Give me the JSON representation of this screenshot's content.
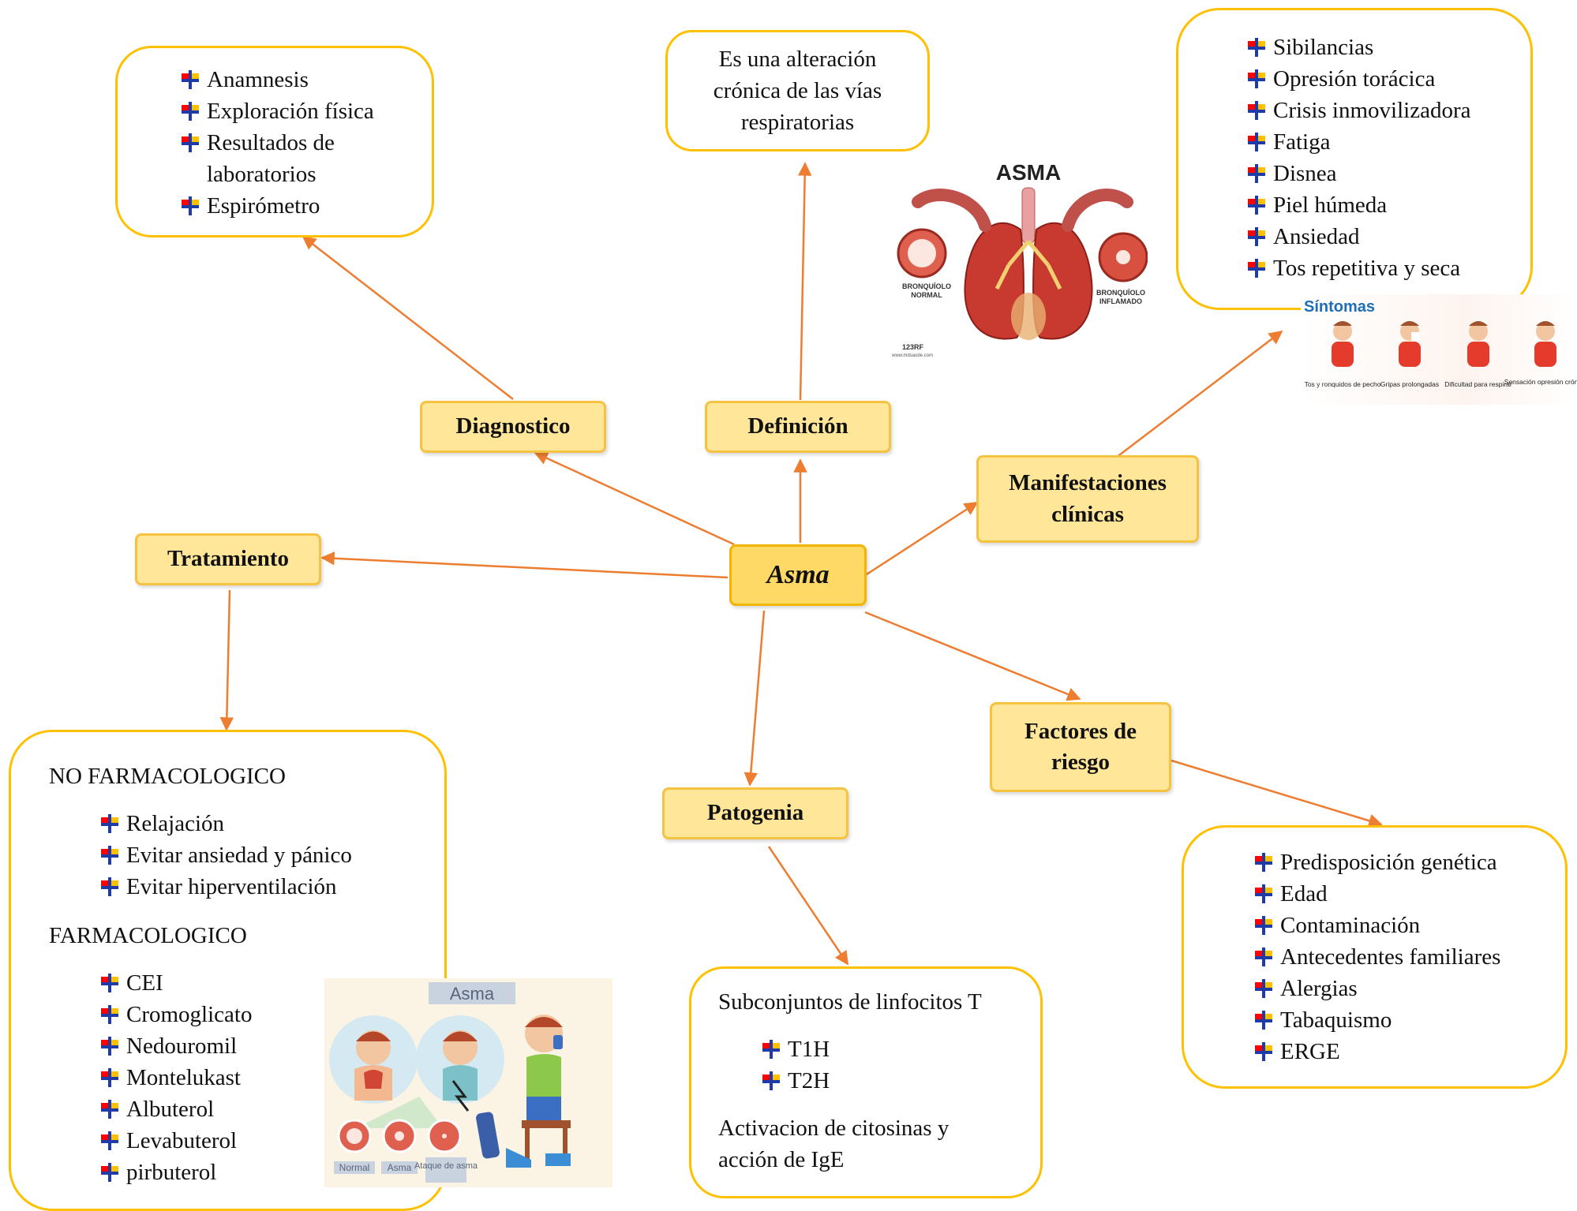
{
  "center": {
    "label": "Asma"
  },
  "nodes": {
    "diagnostico": "Diagnostico",
    "definicion": "Definición",
    "manifestaciones": "Manifestaciones clínicas",
    "tratamiento": "Tratamiento",
    "factores": "Factores de riesgo",
    "patogenia": "Patogenia"
  },
  "diagnostico_items": [
    "Anamnesis",
    "Exploración física",
    "Resultados de laboratorios",
    "Espirómetro"
  ],
  "definicion_text": "Es una alteración crónica de las vías respiratorias",
  "manifestaciones_items": [
    "Sibilancias",
    "Opresión torácica",
    "Crisis inmovilizadora",
    "Fatiga",
    "Disnea",
    "Piel húmeda",
    "Ansiedad",
    "Tos repetitiva y seca"
  ],
  "tratamiento": {
    "no_farm_title": "NO FARMACOLOGICO",
    "no_farm_items": [
      "Relajación",
      "Evitar ansiedad y pánico",
      "Evitar hiperventilación"
    ],
    "farm_title": "FARMACOLOGICO",
    "farm_items": [
      "CEI",
      "Cromoglicato",
      "Nedouromil",
      "Montelukast",
      "Albuterol",
      "Levabuterol",
      "pirbuterol"
    ]
  },
  "patogenia": {
    "subtitle": "Subconjuntos de linfocitos T",
    "items": [
      "T1H",
      "T2H"
    ],
    "text": "Activacion de citosinas y acción de IgE"
  },
  "factores_items": [
    "Predisposición genética",
    "Edad",
    "Contaminación",
    "Antecedentes familiares",
    "Alergias",
    "Tabaquismo",
    "ERGE"
  ],
  "images": {
    "lungs": {
      "title": "ASMA",
      "left_label_1": "BRONQUÍOLO",
      "left_label_2": "NORMAL",
      "right_label_1": "BRONQUÍOLO",
      "right_label_2": "INFLAMADO",
      "logo": "123RF",
      "url": "www.mdsaude.com"
    },
    "symptoms": {
      "title": "Síntomas",
      "captions": [
        "Tos y ronquidos de pecho",
        "Gripas prolongadas",
        "Dificultad para respirar",
        "Sensación opresión crónica"
      ]
    },
    "kids": {
      "title": "Asma",
      "labels": [
        "Normal",
        "Asma",
        "Ataque de asma"
      ]
    }
  },
  "colors": {
    "node_fill": "#ffe699",
    "node_border": "#f5c242",
    "box_border": "#ffc000",
    "arrow": "#ed7d31",
    "bullet_red": "#ff0000",
    "bullet_yellow": "#ffc000",
    "bullet_blue": "#1f3ba8"
  }
}
